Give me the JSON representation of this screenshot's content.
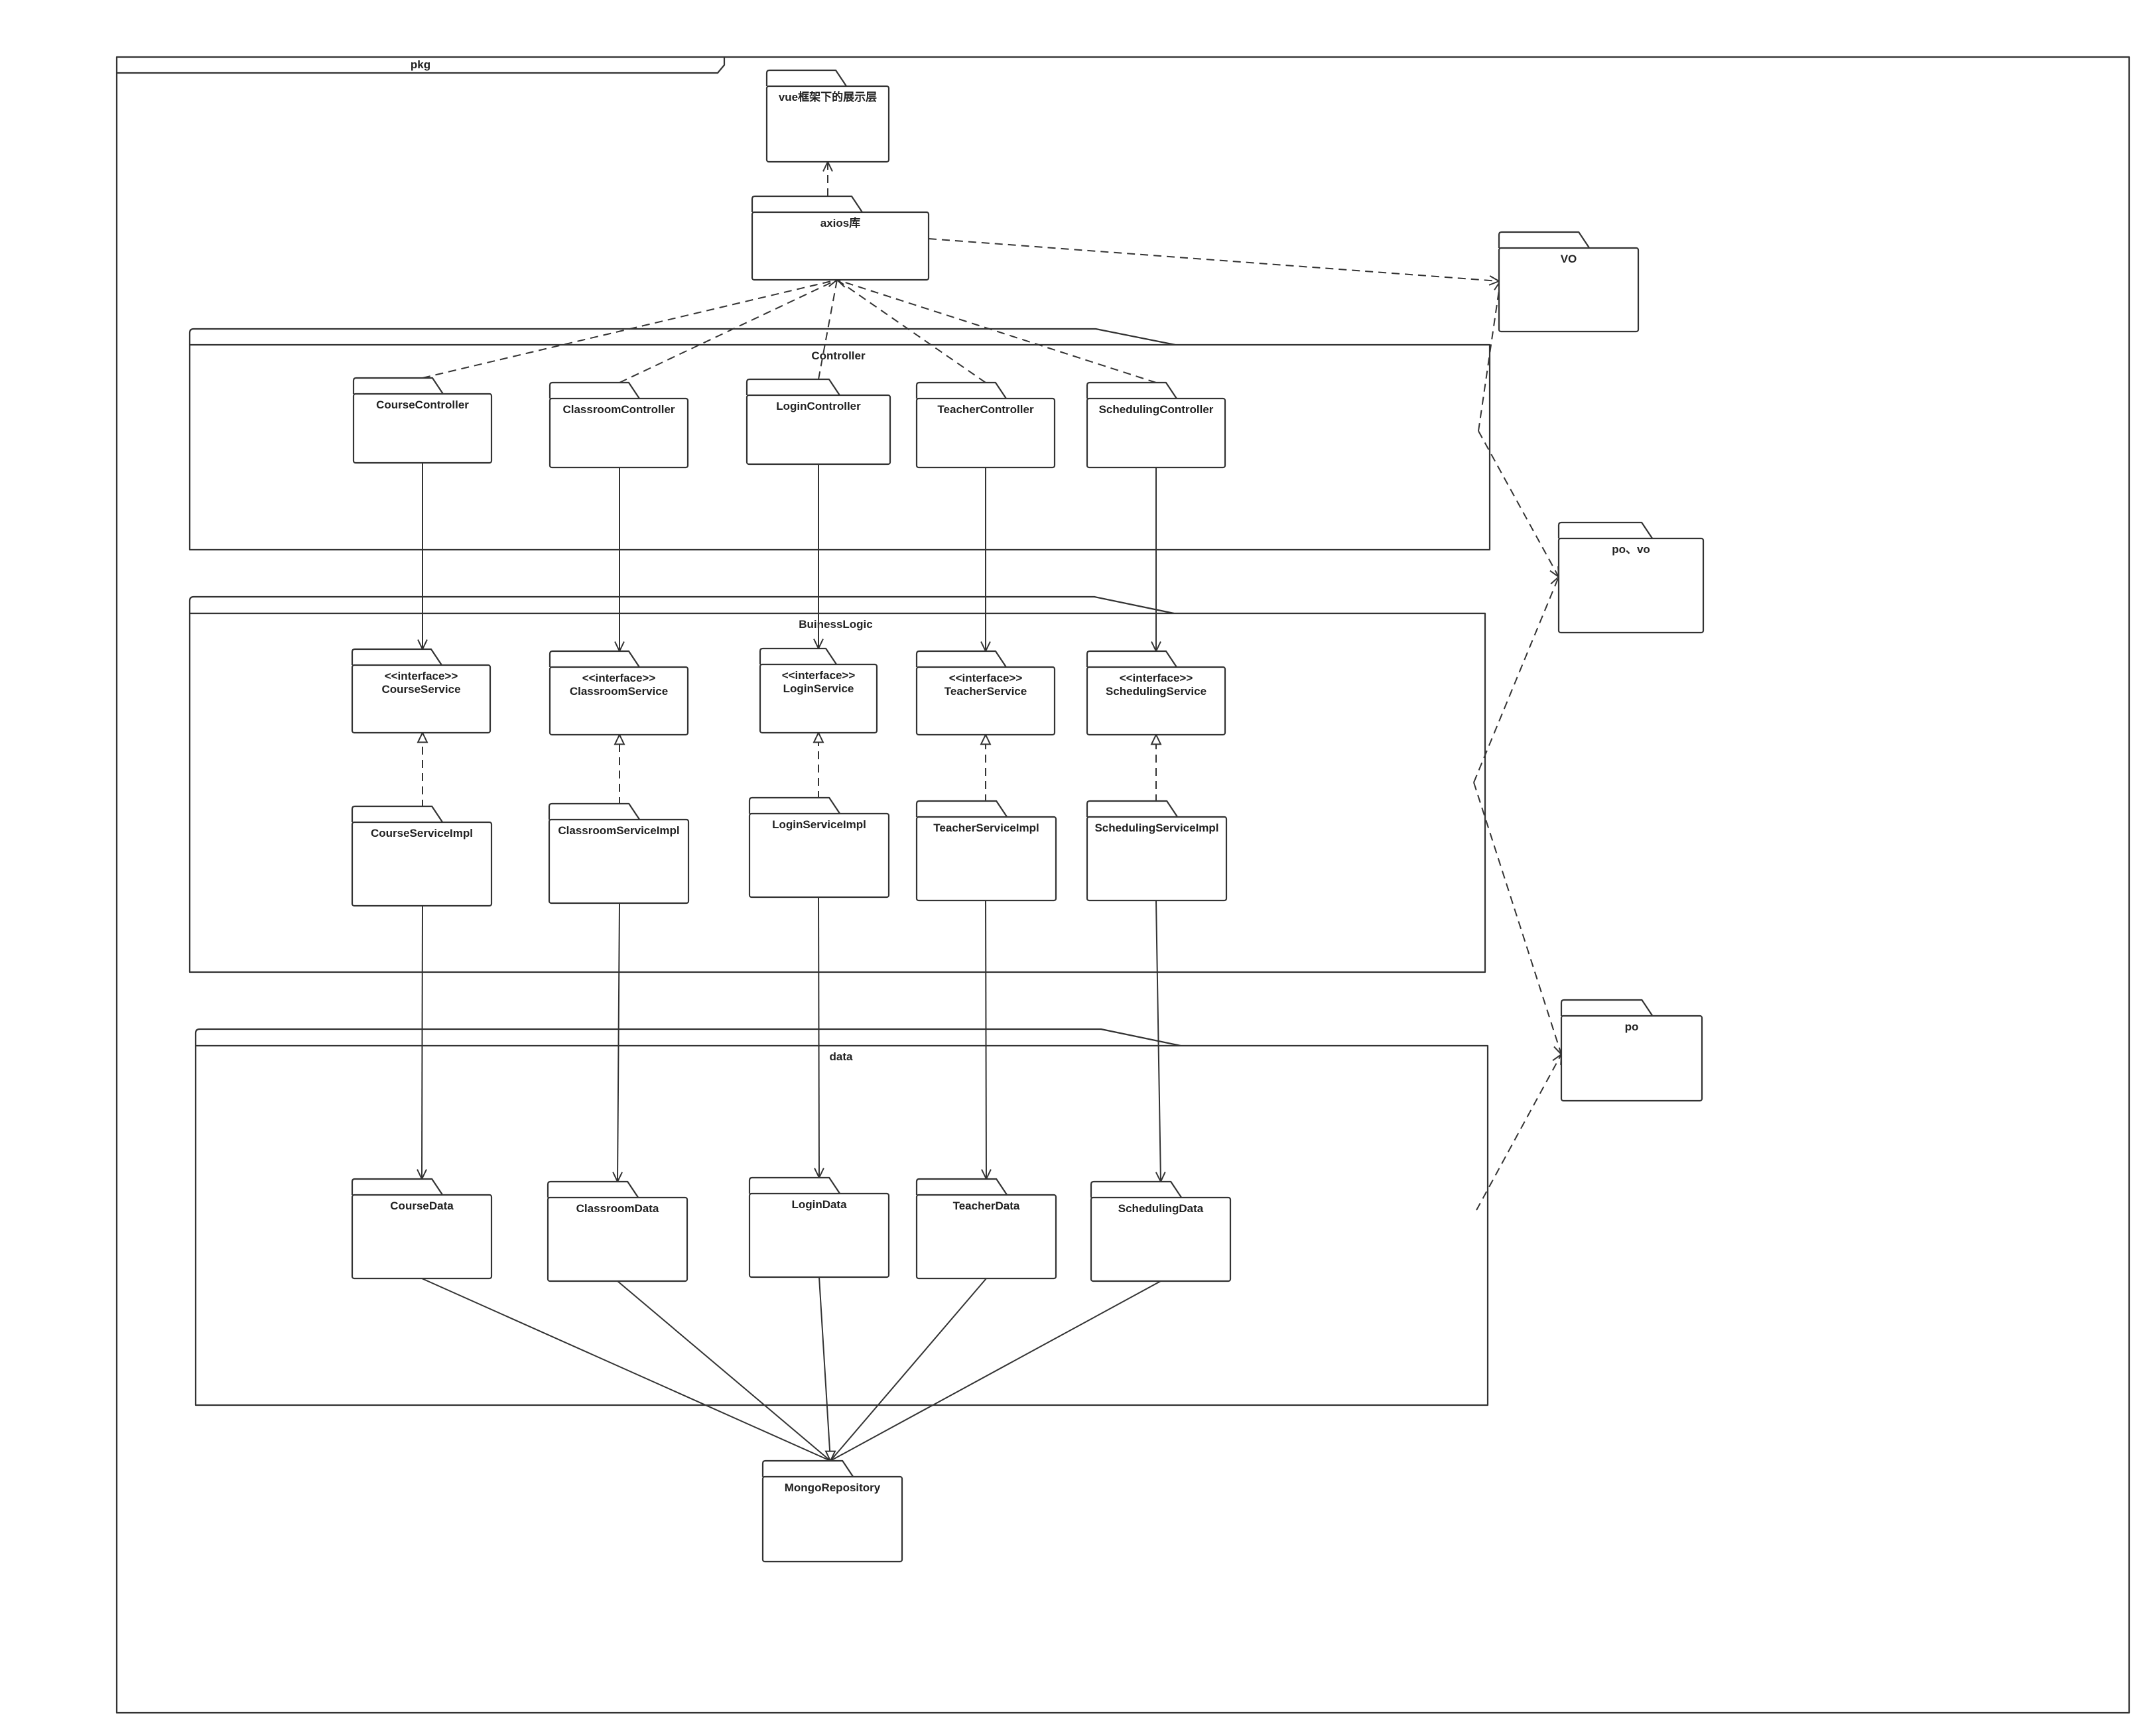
{
  "frame": {
    "title": "pkg"
  },
  "top_packages": {
    "view": "vue框架下的展示层",
    "axios": "axios库",
    "mongo": "MongoRepository"
  },
  "side_packages": {
    "vo": "VO",
    "po_vo": "po、vo",
    "po": "po"
  },
  "layers": {
    "controller": {
      "title": "Controller",
      "items": [
        "CourseController",
        "ClassroomController",
        "LoginController",
        "TeacherController",
        "SchedulingController"
      ]
    },
    "logic": {
      "title": "BuinessLogic",
      "stereotype": "<<interface>>",
      "interfaces": [
        "CourseService",
        "ClassroomService",
        "LoginService",
        "TeacherService",
        "SchedulingService"
      ],
      "impls": [
        "CourseServiceImpl",
        "ClassroomServiceImpl",
        "LoginServiceImpl",
        "TeacherServiceImpl",
        "SchedulingServiceImpl"
      ]
    },
    "data": {
      "title": "data",
      "items": [
        "CourseData",
        "ClassroomData",
        "LoginData",
        "TeacherData",
        "SchedulingData"
      ]
    }
  }
}
